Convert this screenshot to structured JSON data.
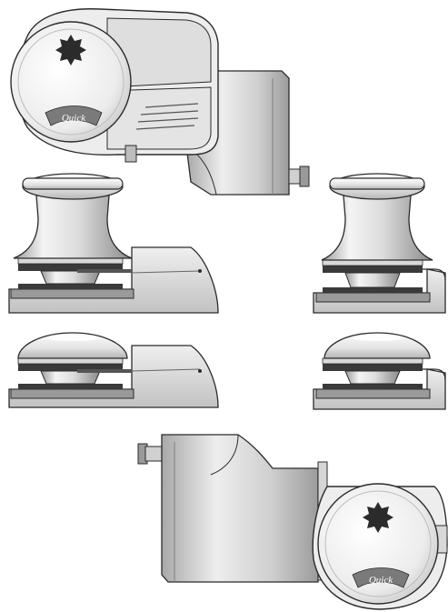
{
  "brand": {
    "logo_text": "Quick"
  },
  "colors": {
    "outline": "#2b2b2b",
    "metal_light": "#f2f2f2",
    "metal_mid": "#c9c9c9",
    "metal_dark": "#8c8c8c",
    "rubber": "#3a3a3a",
    "logo_badge": "#7a7a7a"
  },
  "illustrations": [
    {
      "id": "top-view-horizontal"
    },
    {
      "id": "side-view-tall-with-deck-base"
    },
    {
      "id": "side-view-tall-compact"
    },
    {
      "id": "side-view-low-with-deck-base"
    },
    {
      "id": "side-view-low-compact"
    },
    {
      "id": "top-view-horizontal-mirrored"
    }
  ]
}
